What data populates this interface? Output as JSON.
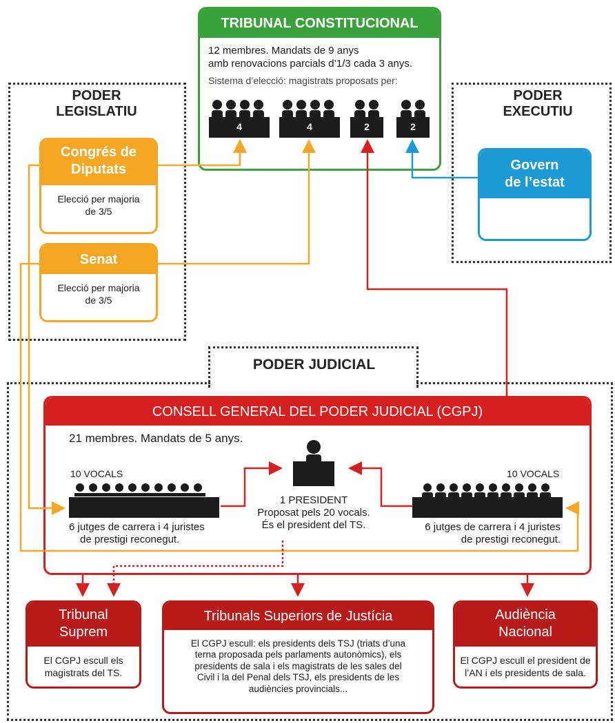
{
  "colors": {
    "green": "#3aa23a",
    "orange": "#f5a623",
    "blue": "#1b9ad6",
    "red": "#d62020",
    "dark_red": "#b81a1a",
    "figure": "#1c1c1c"
  },
  "tc": {
    "title": "TRIBUNAL CONSTITUCIONAL",
    "line1": "12 membres. Mandats de 9 anys",
    "line2": "amb renovacions parcials d’1/3 cada 3 anys.",
    "line3": "Sistema d’elecció: magistrats proposats per:",
    "groups": [
      "4",
      "4",
      "2",
      "2"
    ]
  },
  "legislatiu": {
    "title_line1": "PODER",
    "title_line2": "LEGISLATIU",
    "congres": {
      "title_line1": "Congrés de",
      "title_line2": "Diputats",
      "text_line1": "Elecció per majoria",
      "text_line2": "de 3/5"
    },
    "senat": {
      "title": "Senat",
      "text_line1": "Elecció per majoria",
      "text_line2": "de 3/5"
    }
  },
  "executiu": {
    "title_line1": "PODER",
    "title_line2": "EXECUTIU",
    "govern_line1": "Govern",
    "govern_line2": "de l’estat"
  },
  "judicial": {
    "title": "PODER JUDICIAL",
    "cgpj": {
      "title": "CONSELL GENERAL DEL PODER JUDICIAL (CGPJ)",
      "members": "21 membres. Mandats de 5 anys.",
      "left_vocals": "10 VOCALS",
      "right_vocals": "10 VOCALS",
      "left_desc1": "6 jutges de carrera i 4 juristes",
      "left_desc2": "de prestigi reconegut.",
      "right_desc1": "6 jutges de carrera i 4 juristes",
      "right_desc2": "de prestigi reconegut.",
      "president1": "1 PRESIDENT",
      "president2": "Proposat pels 20 vocals.",
      "president3": "És el president del TS."
    },
    "ts": {
      "title_line1": "Tribunal",
      "title_line2": "Suprem",
      "text_line1": "El CGPJ escull els",
      "text_line2": "magistrats del TS."
    },
    "tsj": {
      "title": "Tribunals Superiors de Justícia",
      "text_line1": "El CGPJ escull: els  presidents dels TSJ (triats d’una",
      "text_line2": "terna proposada pels parlaments autonòmics), els",
      "text_line3": "presidents de sala i els magistrats de les sales del",
      "text_line4": "Civil i la del Penal dels TSJ, els presidents de les",
      "text_line5": "audiències provincials..."
    },
    "an": {
      "title_line1": "Audiència",
      "title_line2": "Nacional",
      "text_line1": "El CGPJ escull el president de",
      "text_line2": "l’AN i els presidents de sala."
    }
  }
}
